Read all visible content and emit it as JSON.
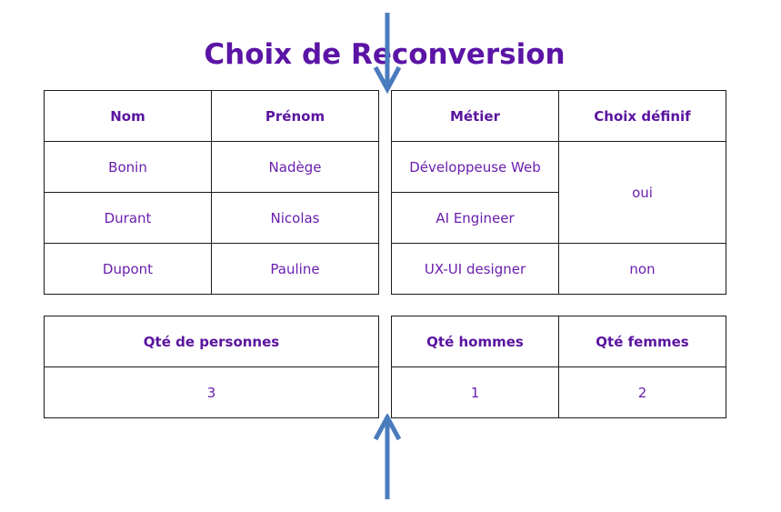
{
  "title": "Choix de Reconversion",
  "people_table": {
    "headers": [
      "Nom",
      "Prénom"
    ],
    "rows": [
      [
        "Bonin",
        "Nadège"
      ],
      [
        "Durant",
        "Nicolas"
      ],
      [
        "Dupont",
        "Pauline"
      ]
    ]
  },
  "career_table": {
    "headers": [
      "Métier",
      "Choix définif"
    ],
    "jobs": [
      "Développeuse Web",
      "AI Engineer",
      "UX-UI designer"
    ],
    "choices": [
      "oui",
      "non"
    ]
  },
  "count_table": {
    "header": "Qté de personnes",
    "value": "3"
  },
  "gender_table": {
    "headers": [
      "Qté hommes",
      "Qté femmes"
    ],
    "values": [
      "1",
      "2"
    ]
  },
  "colors": {
    "title": "#5b14a5",
    "text": "#6a1fae",
    "arrow": "#4a7bbd",
    "border": "#1a1a1a"
  },
  "icons": [
    "down-arrow-icon",
    "up-arrow-icon"
  ]
}
